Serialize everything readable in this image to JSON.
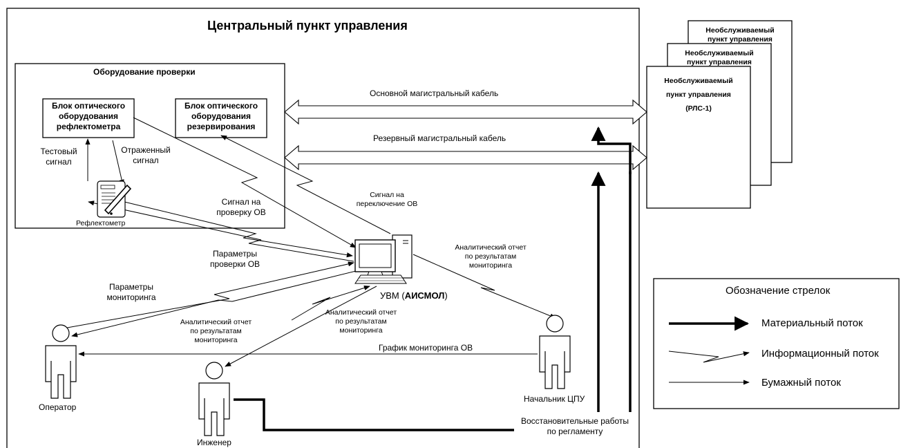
{
  "center": {
    "title": "Центральный пункт управления",
    "equipment_title": "Оборудование проверки",
    "block_reflectometer": [
      "Блок оптического",
      "оборудования",
      "рефлектометра"
    ],
    "block_reserve": [
      "Блок оптического",
      "оборудования",
      "резервирования"
    ],
    "reflectometer": "Рефлектометр",
    "computer": {
      "prefix": "УВМ (",
      "name": "АИСМОЛ",
      "suffix": ")"
    }
  },
  "remote_points": {
    "back2": [
      "Необслуживаемый",
      "пункт управления"
    ],
    "back1": [
      "Необслуживаемый",
      "пункт управления"
    ],
    "front": [
      "Необслуживаемый",
      "пункт управления",
      "(РЛС-1)"
    ]
  },
  "cables": {
    "main": "Основной магистральный кабель",
    "reserve": "Резервный магистральный кабель"
  },
  "labels": {
    "test_signal": [
      "Тестовый",
      "сигнал"
    ],
    "reflected_signal": [
      "Отраженный",
      "сигнал"
    ],
    "signal_check": [
      "Сигнал на",
      "проверку ОВ"
    ],
    "check_params": [
      "Параметры",
      "проверки ОВ"
    ],
    "switch_signal": [
      "Сигнал на",
      "переключение ОВ"
    ],
    "report_chief": [
      "Аналитический отчет",
      "по результатам",
      "мониторинга"
    ],
    "monitoring_params": [
      "Параметры",
      "мониторинга"
    ],
    "report_operator": [
      "Аналитический отчет",
      "по результатам",
      "мониторинга"
    ],
    "report_engineer": [
      "Аналитический отчет",
      "по результатам",
      "мониторинга"
    ],
    "schedule": "График мониторинга ОВ",
    "restoration": [
      "Восстановительные работы",
      "по регламенту"
    ]
  },
  "actors": {
    "operator": "Оператор",
    "engineer": "Инженер",
    "chief": "Начальник ЦПУ"
  },
  "legend": {
    "title": "Обозначение стрелок",
    "material": "Материальный поток",
    "information": "Информационный поток",
    "paper": "Бумажный поток"
  }
}
